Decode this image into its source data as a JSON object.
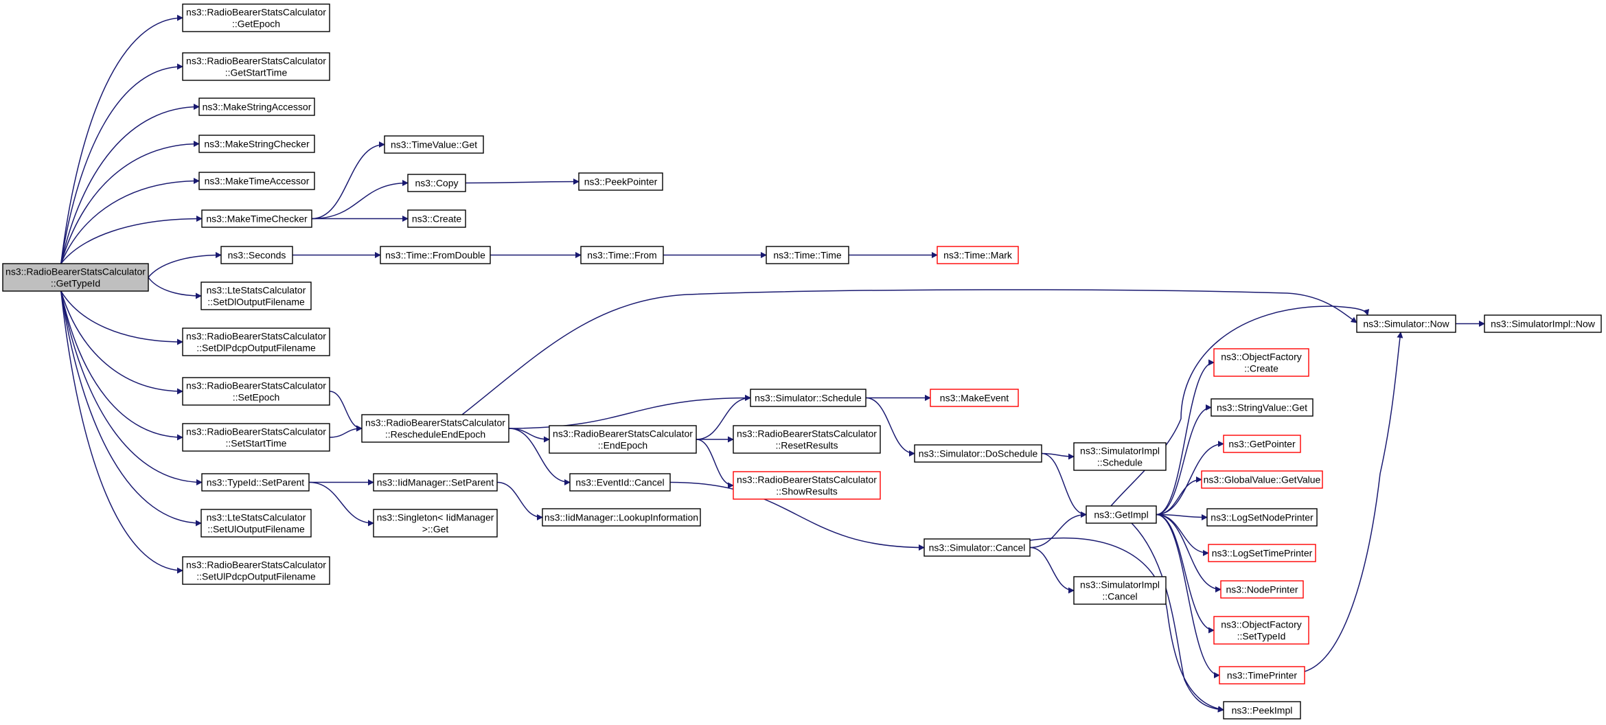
{
  "colors": {
    "edge": "#191970",
    "node_border": "#000000",
    "truncated_border": "#ff0000",
    "root_fill": "#bfbfbf",
    "node_fill": "#ffffff",
    "text": "#000000"
  },
  "nodes": [
    {
      "id": "root",
      "lines": [
        "ns3::RadioBearerStatsCalculator",
        "::GetTypeId"
      ],
      "style": "root"
    },
    {
      "id": "getepoch",
      "lines": [
        "ns3::RadioBearerStatsCalculator",
        "::GetEpoch"
      ],
      "style": "normal"
    },
    {
      "id": "getstarttime",
      "lines": [
        "ns3::RadioBearerStatsCalculator",
        "::GetStartTime"
      ],
      "style": "normal"
    },
    {
      "id": "makestringaccessor",
      "lines": [
        "ns3::MakeStringAccessor"
      ],
      "style": "normal"
    },
    {
      "id": "makestringchecker",
      "lines": [
        "ns3::MakeStringChecker"
      ],
      "style": "normal"
    },
    {
      "id": "maketimeaccessor",
      "lines": [
        "ns3::MakeTimeAccessor"
      ],
      "style": "normal"
    },
    {
      "id": "maketimechecker",
      "lines": [
        "ns3::MakeTimeChecker"
      ],
      "style": "normal"
    },
    {
      "id": "seconds",
      "lines": [
        "ns3::Seconds"
      ],
      "style": "normal"
    },
    {
      "id": "setdloutput",
      "lines": [
        "ns3::LteStatsCalculator",
        "::SetDlOutputFilename"
      ],
      "style": "normal"
    },
    {
      "id": "setdlpdcp",
      "lines": [
        "ns3::RadioBearerStatsCalculator",
        "::SetDlPdcpOutputFilename"
      ],
      "style": "normal"
    },
    {
      "id": "setepoch",
      "lines": [
        "ns3::RadioBearerStatsCalculator",
        "::SetEpoch"
      ],
      "style": "normal"
    },
    {
      "id": "setstarttime",
      "lines": [
        "ns3::RadioBearerStatsCalculator",
        "::SetStartTime"
      ],
      "style": "normal"
    },
    {
      "id": "typeidsetparent",
      "lines": [
        "ns3::TypeId::SetParent"
      ],
      "style": "normal"
    },
    {
      "id": "setuloutput",
      "lines": [
        "ns3::LteStatsCalculator",
        "::SetUlOutputFilename"
      ],
      "style": "normal"
    },
    {
      "id": "setulpdcp",
      "lines": [
        "ns3::RadioBearerStatsCalculator",
        "::SetUlPdcpOutputFilename"
      ],
      "style": "normal"
    },
    {
      "id": "timevalueget",
      "lines": [
        "ns3::TimeValue::Get"
      ],
      "style": "normal"
    },
    {
      "id": "copy",
      "lines": [
        "ns3::Copy"
      ],
      "style": "normal"
    },
    {
      "id": "create",
      "lines": [
        "ns3::Create"
      ],
      "style": "normal"
    },
    {
      "id": "peekpointer",
      "lines": [
        "ns3::PeekPointer"
      ],
      "style": "normal"
    },
    {
      "id": "fromdouble",
      "lines": [
        "ns3::Time::FromDouble"
      ],
      "style": "normal"
    },
    {
      "id": "timefrom",
      "lines": [
        "ns3::Time::From"
      ],
      "style": "normal"
    },
    {
      "id": "timetime",
      "lines": [
        "ns3::Time::Time"
      ],
      "style": "normal"
    },
    {
      "id": "timemark",
      "lines": [
        "ns3::Time::Mark"
      ],
      "style": "truncated"
    },
    {
      "id": "reschedule",
      "lines": [
        "ns3::RadioBearerStatsCalculator",
        "::RescheduleEndEpoch"
      ],
      "style": "normal"
    },
    {
      "id": "iidsetparent",
      "lines": [
        "ns3::IidManager::SetParent"
      ],
      "style": "normal"
    },
    {
      "id": "singletonget",
      "lines": [
        "ns3::Singleton< IidManager",
        ">::Get"
      ],
      "style": "normal"
    },
    {
      "id": "lookupinfo",
      "lines": [
        "ns3::IidManager::LookupInformation"
      ],
      "style": "normal"
    },
    {
      "id": "simschedule",
      "lines": [
        "ns3::Simulator::Schedule"
      ],
      "style": "normal"
    },
    {
      "id": "endepoch",
      "lines": [
        "ns3::RadioBearerStatsCalculator",
        "::EndEpoch"
      ],
      "style": "normal"
    },
    {
      "id": "eventidcancel",
      "lines": [
        "ns3::EventId::Cancel"
      ],
      "style": "normal"
    },
    {
      "id": "makeevent",
      "lines": [
        "ns3::MakeEvent"
      ],
      "style": "truncated"
    },
    {
      "id": "resetresults",
      "lines": [
        "ns3::RadioBearerStatsCalculator",
        "::ResetResults"
      ],
      "style": "normal"
    },
    {
      "id": "showresults",
      "lines": [
        "ns3::RadioBearerStatsCalculator",
        "::ShowResults"
      ],
      "style": "truncated"
    },
    {
      "id": "doschedule",
      "lines": [
        "ns3::Simulator::DoSchedule"
      ],
      "style": "normal"
    },
    {
      "id": "simcancel",
      "lines": [
        "ns3::Simulator::Cancel"
      ],
      "style": "normal"
    },
    {
      "id": "implschedule",
      "lines": [
        "ns3::SimulatorImpl",
        "::Schedule"
      ],
      "style": "normal"
    },
    {
      "id": "getimpl",
      "lines": [
        "ns3::GetImpl"
      ],
      "style": "normal"
    },
    {
      "id": "implcancel",
      "lines": [
        "ns3::SimulatorImpl",
        "::Cancel"
      ],
      "style": "normal"
    },
    {
      "id": "simnow",
      "lines": [
        "ns3::Simulator::Now"
      ],
      "style": "normal"
    },
    {
      "id": "implnow",
      "lines": [
        "ns3::SimulatorImpl::Now"
      ],
      "style": "normal"
    },
    {
      "id": "ofcreate",
      "lines": [
        "ns3::ObjectFactory",
        "::Create"
      ],
      "style": "truncated"
    },
    {
      "id": "stringvalueget",
      "lines": [
        "ns3::StringValue::Get"
      ],
      "style": "normal"
    },
    {
      "id": "getpointer",
      "lines": [
        "ns3::GetPointer"
      ],
      "style": "truncated"
    },
    {
      "id": "globalvalueget",
      "lines": [
        "ns3::GlobalValue::GetValue"
      ],
      "style": "truncated"
    },
    {
      "id": "logsetnodeprinter",
      "lines": [
        "ns3::LogSetNodePrinter"
      ],
      "style": "normal"
    },
    {
      "id": "logsettimeprinter",
      "lines": [
        "ns3::LogSetTimePrinter"
      ],
      "style": "truncated"
    },
    {
      "id": "nodeprinter",
      "lines": [
        "ns3::NodePrinter"
      ],
      "style": "truncated"
    },
    {
      "id": "ofsettypeid",
      "lines": [
        "ns3::ObjectFactory",
        "::SetTypeId"
      ],
      "style": "truncated"
    },
    {
      "id": "timeprinter",
      "lines": [
        "ns3::TimePrinter"
      ],
      "style": "truncated"
    },
    {
      "id": "peekimpl",
      "lines": [
        "ns3::PeekImpl"
      ],
      "style": "normal"
    }
  ],
  "edges": [
    [
      "root",
      "getepoch"
    ],
    [
      "root",
      "getstarttime"
    ],
    [
      "root",
      "makestringaccessor"
    ],
    [
      "root",
      "makestringchecker"
    ],
    [
      "root",
      "maketimeaccessor"
    ],
    [
      "root",
      "maketimechecker"
    ],
    [
      "root",
      "seconds"
    ],
    [
      "root",
      "setdloutput"
    ],
    [
      "root",
      "setdlpdcp"
    ],
    [
      "root",
      "setepoch"
    ],
    [
      "root",
      "setstarttime"
    ],
    [
      "root",
      "typeidsetparent"
    ],
    [
      "root",
      "setuloutput"
    ],
    [
      "root",
      "setulpdcp"
    ],
    [
      "maketimechecker",
      "timevalueget"
    ],
    [
      "maketimechecker",
      "copy"
    ],
    [
      "maketimechecker",
      "create"
    ],
    [
      "copy",
      "peekpointer"
    ],
    [
      "seconds",
      "fromdouble"
    ],
    [
      "fromdouble",
      "timefrom"
    ],
    [
      "timefrom",
      "timetime"
    ],
    [
      "timetime",
      "timemark"
    ],
    [
      "setepoch",
      "reschedule"
    ],
    [
      "setstarttime",
      "reschedule"
    ],
    [
      "typeidsetparent",
      "iidsetparent"
    ],
    [
      "typeidsetparent",
      "singletonget"
    ],
    [
      "iidsetparent",
      "lookupinfo"
    ],
    [
      "reschedule",
      "simnow"
    ],
    [
      "reschedule",
      "simschedule"
    ],
    [
      "reschedule",
      "endepoch"
    ],
    [
      "reschedule",
      "eventidcancel"
    ],
    [
      "endepoch",
      "simschedule"
    ],
    [
      "endepoch",
      "resetresults"
    ],
    [
      "endepoch",
      "showresults"
    ],
    [
      "simschedule",
      "makeevent"
    ],
    [
      "simschedule",
      "doschedule"
    ],
    [
      "eventidcancel",
      "simcancel"
    ],
    [
      "doschedule",
      "implschedule"
    ],
    [
      "doschedule",
      "getimpl"
    ],
    [
      "simcancel",
      "getimpl"
    ],
    [
      "simcancel",
      "implcancel"
    ],
    [
      "simcancel",
      "peekimpl"
    ],
    [
      "simnow",
      "implnow"
    ],
    [
      "getimpl",
      "simnow"
    ],
    [
      "getimpl",
      "ofcreate"
    ],
    [
      "getimpl",
      "stringvalueget"
    ],
    [
      "getimpl",
      "getpointer"
    ],
    [
      "getimpl",
      "globalvalueget"
    ],
    [
      "getimpl",
      "logsetnodeprinter"
    ],
    [
      "getimpl",
      "logsettimeprinter"
    ],
    [
      "getimpl",
      "nodeprinter"
    ],
    [
      "getimpl",
      "ofsettypeid"
    ],
    [
      "getimpl",
      "timeprinter"
    ],
    [
      "getimpl",
      "peekimpl"
    ],
    [
      "timeprinter",
      "simnow"
    ]
  ]
}
